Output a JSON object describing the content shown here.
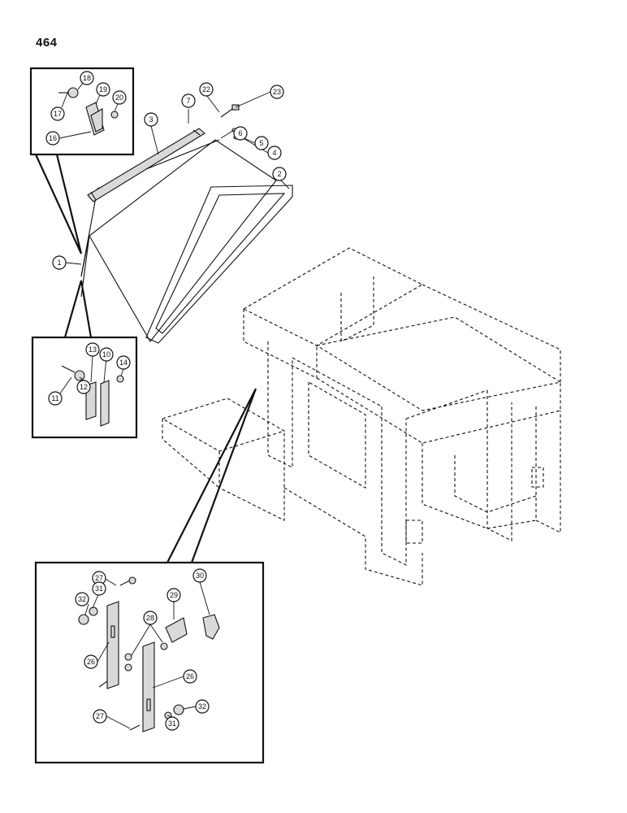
{
  "page": {
    "number": "464"
  },
  "callouts": [
    {
      "id": "c1",
      "label": "1"
    },
    {
      "id": "c2",
      "label": "2"
    },
    {
      "id": "c3",
      "label": "3"
    },
    {
      "id": "c4",
      "label": "4"
    },
    {
      "id": "c5",
      "label": "5"
    },
    {
      "id": "c6",
      "label": "6"
    },
    {
      "id": "c7",
      "label": "7"
    },
    {
      "id": "c10",
      "label": "10"
    },
    {
      "id": "c11",
      "label": "11"
    },
    {
      "id": "c12",
      "label": "12"
    },
    {
      "id": "c13",
      "label": "13"
    },
    {
      "id": "c14",
      "label": "14"
    },
    {
      "id": "c16",
      "label": "16"
    },
    {
      "id": "c17",
      "label": "17"
    },
    {
      "id": "c18",
      "label": "18"
    },
    {
      "id": "c19",
      "label": "19"
    },
    {
      "id": "c20",
      "label": "20"
    },
    {
      "id": "c22",
      "label": "22"
    },
    {
      "id": "c23",
      "label": "23"
    },
    {
      "id": "c26a",
      "label": "26"
    },
    {
      "id": "c26b",
      "label": "26"
    },
    {
      "id": "c27a",
      "label": "27"
    },
    {
      "id": "c27b",
      "label": "27"
    },
    {
      "id": "c28",
      "label": "28"
    },
    {
      "id": "c29",
      "label": "29"
    },
    {
      "id": "c30",
      "label": "30"
    },
    {
      "id": "c31a",
      "label": "31"
    },
    {
      "id": "c31b",
      "label": "31"
    },
    {
      "id": "c32a",
      "label": "32"
    },
    {
      "id": "c32b",
      "label": "32"
    }
  ]
}
